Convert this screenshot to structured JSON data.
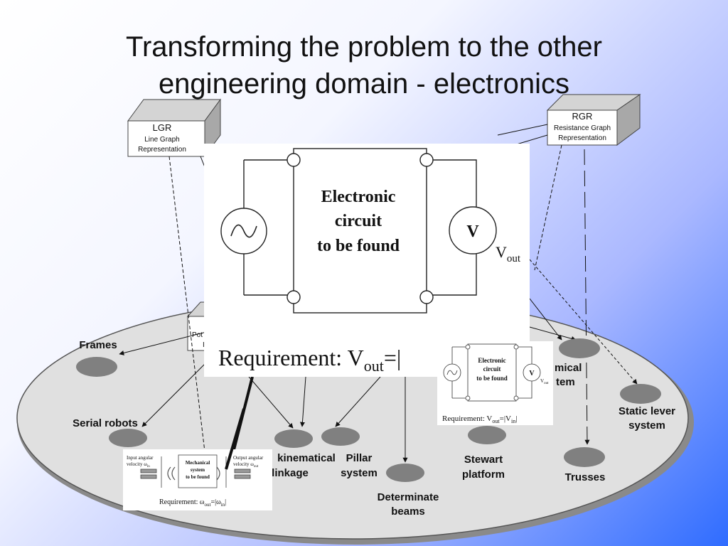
{
  "slide": {
    "title_line1": "Transforming the problem to the other",
    "title_line2": "engineering domain - electronics"
  },
  "lgr_box": {
    "abbr": "LGR",
    "line1": "Line  Graph",
    "line2": "Representation"
  },
  "rgr_box": {
    "abbr": "RGR",
    "line1": "Resistance  Graph",
    "line2": "Representation"
  },
  "hidden_box": {
    "fragment1": "Pot",
    "fragment2": "I"
  },
  "electronic_panel": {
    "box_line1": "Electronic",
    "box_line2": "circuit",
    "box_line3": "to be found",
    "meter": "V",
    "vout_main": "V",
    "vout_sub": "out",
    "requirement_prefix": "Requirement: V",
    "requirement_sub": "out",
    "requirement_rest": "=|"
  },
  "small_electronic_panel": {
    "box_line1": "Electronic",
    "box_line2": "circuit",
    "box_line3": "to be found",
    "meter": "V",
    "vout_main": "V",
    "vout_sub": "out",
    "requirement_prefix": "Requirement: V",
    "requirement_sub": "out",
    "requirement_mid": "=|V",
    "requirement_sub2": "in",
    "requirement_end": "|"
  },
  "mechanical_panel": {
    "input_label1": "Input angular",
    "input_label2": "velocity ω",
    "input_sub": "in",
    "output_label1": "Output angular",
    "output_label2": "velocity ω",
    "output_sub": "out",
    "box_line1": "Mechanical",
    "box_line2": "system",
    "box_line3": "to be found",
    "requirement_prefix": "Requirement: ω",
    "requirement_sub": "out",
    "requirement_mid": "=|ω",
    "requirement_sub2": "in",
    "requirement_end": "|"
  },
  "nodes": {
    "frames": "Frames",
    "serial_robots": "Serial robots",
    "kinematical_linkage_1": "kinematical",
    "kinematical_linkage_2": "linkage",
    "pillar_system_1": "Pillar",
    "pillar_system_2": "system",
    "determinate_beams_1": "Determinate",
    "determinate_beams_2": "beams",
    "stewart_platform_1": "Stewart",
    "stewart_platform_2": "platform",
    "trusses": "Trusses",
    "static_lever_1": "Static lever",
    "static_lever_2": "system",
    "mechanical_system_1": "mical",
    "mechanical_system_2": "tem"
  },
  "colors": {
    "node_fill": "#808080",
    "ellipse_fill": "#e0e0e0",
    "ellipse_shadow": "#8a8a8a",
    "background_accent": "#2f6cff"
  }
}
